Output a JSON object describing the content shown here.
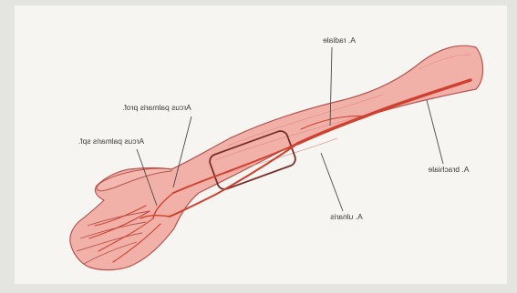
{
  "diagram": {
    "labels": {
      "radiale": "A. radiale",
      "arcus_prof": "Arcus palmaris prof.",
      "arcus_spf": "Arcus palmaris spf.",
      "brachiale": "A. brachiale",
      "ulnaris": "A. ulnaris"
    },
    "colors": {
      "background": "#e9eae6",
      "paper": "#f6f5f1",
      "skin": "#f2b1a8",
      "skin_outline": "#b8544f",
      "artery": "#d0402f",
      "leader": "#4a4a4a"
    },
    "icons": [
      "arm-illustration",
      "artery-path"
    ]
  }
}
